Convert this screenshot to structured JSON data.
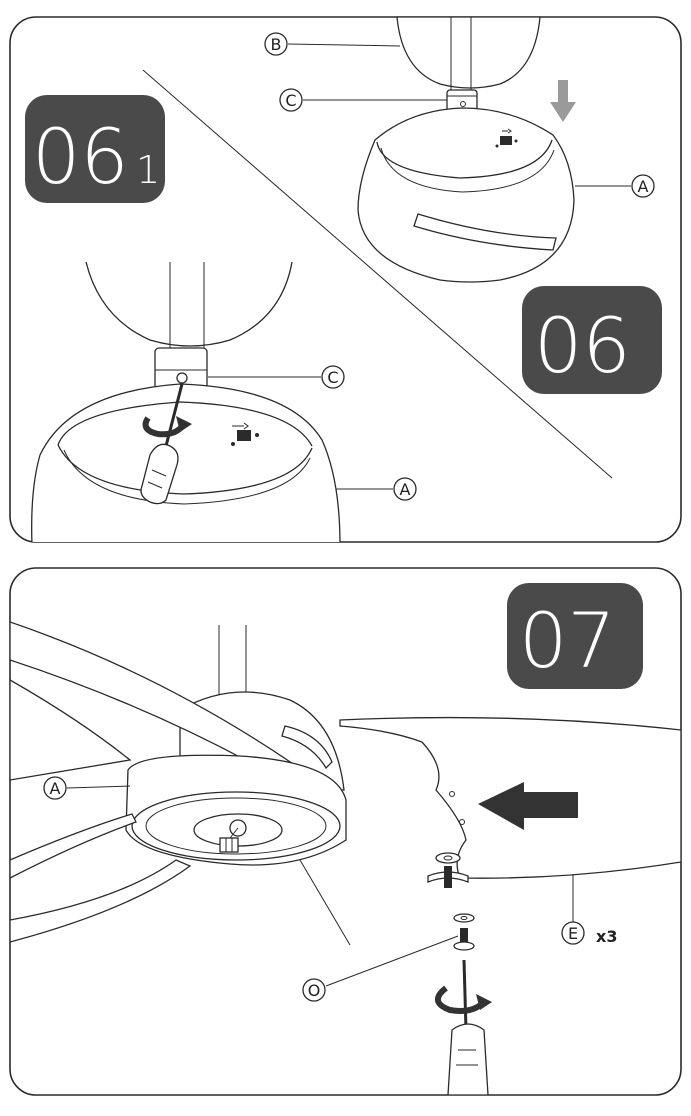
{
  "steps": {
    "step_06_1": {
      "number": "06",
      "sub": "1"
    },
    "step_06": {
      "number": "06"
    },
    "step_07": {
      "number": "07"
    }
  },
  "callouts": {
    "b_top": "B",
    "c_top": "C",
    "a_top": "A",
    "c_detail": "C",
    "a_detail": "A",
    "a_step7": "A",
    "e_step7": "E",
    "e_qty": "x3",
    "o_step7": "O"
  },
  "colors": {
    "badge": "#4a4a4a",
    "line": "#2a2a2a",
    "arrow_gray": "#9a9a9a",
    "arrow_dark": "#333333"
  },
  "icons": [
    "screwdriver-icon",
    "rotation-arrow-icon",
    "lock-symbol-icon",
    "push-arrow-icon"
  ]
}
